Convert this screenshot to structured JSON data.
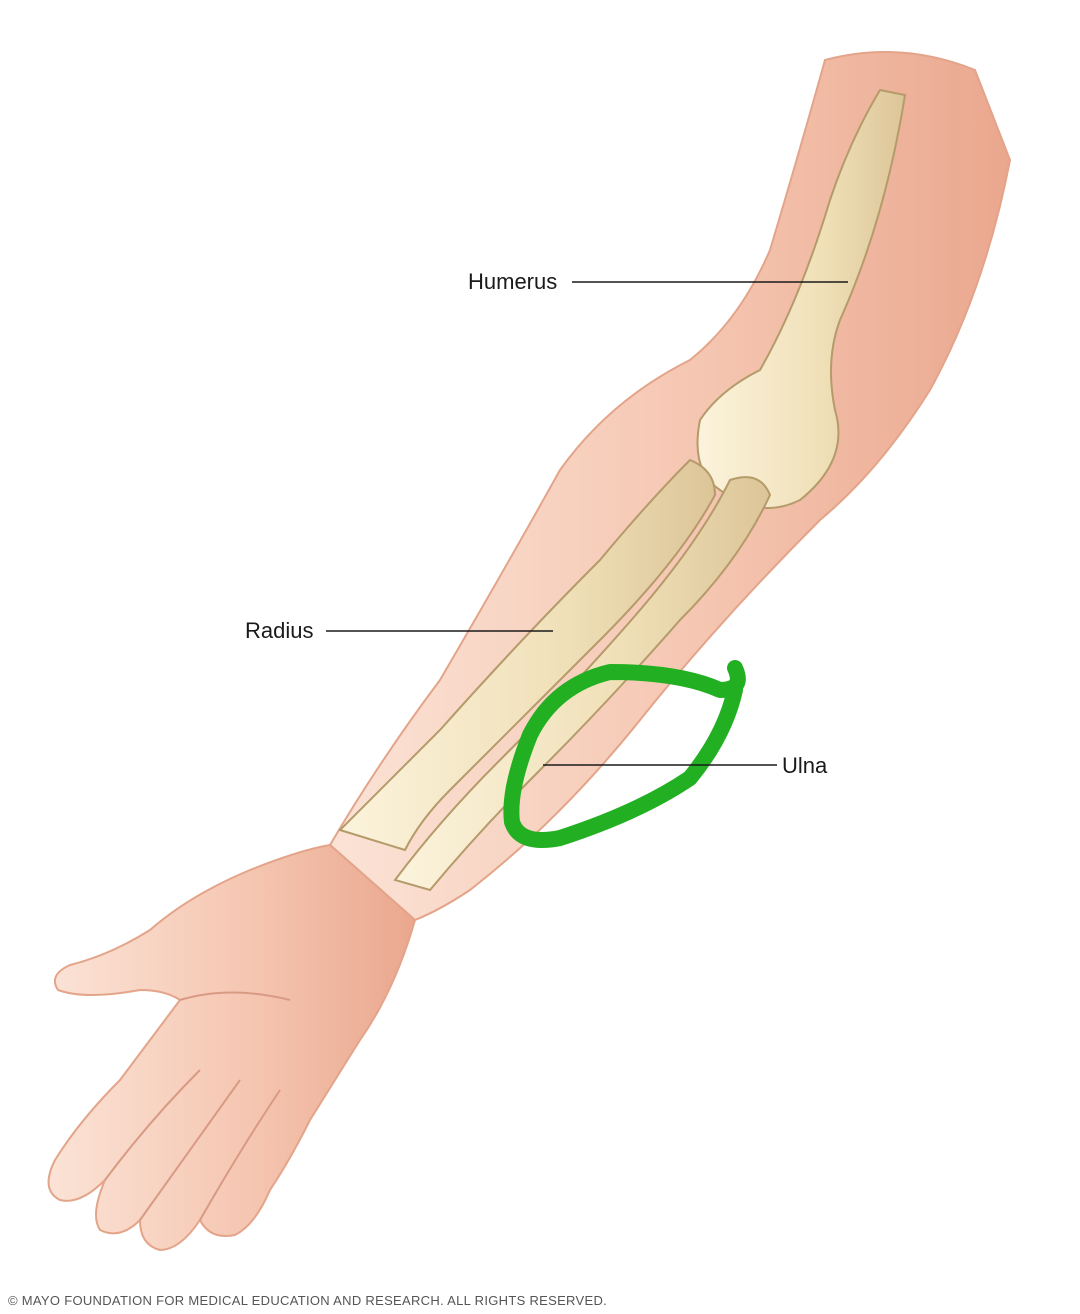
{
  "labels": {
    "humerus": "Humerus",
    "radius": "Radius",
    "ulna": "Ulna"
  },
  "copyright": "© MAYO FOUNDATION FOR MEDICAL EDUCATION AND RESEARCH. ALL RIGHTS RESERVED.",
  "colors": {
    "skin": "#f6c9b5",
    "skin_shadow": "#e9a58d",
    "bone": "#f3e6c4",
    "bone_outline": "#b59a6a",
    "highlight_circle": "#22b022",
    "label_text": "#1a1a1a"
  }
}
